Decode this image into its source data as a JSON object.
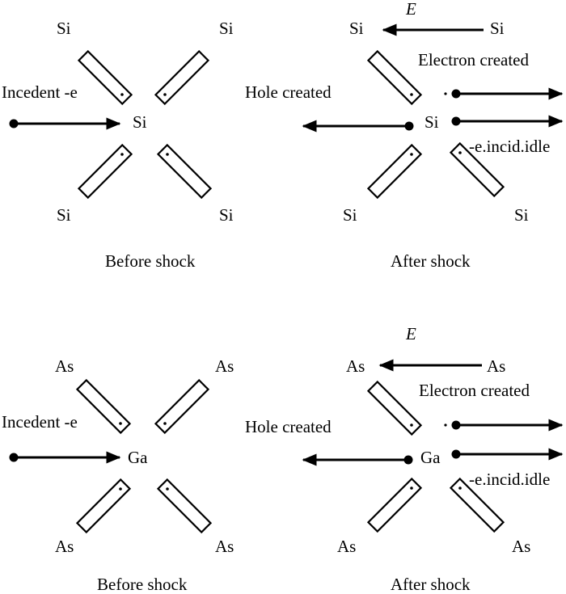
{
  "panels": [
    {
      "id": "si-before",
      "center_atom": "Si",
      "corner_atoms": [
        "Si",
        "Si",
        "Si",
        "Si"
      ],
      "incident_label": "Incedent -e",
      "caption": "Before shock"
    },
    {
      "id": "si-after",
      "center_atom": "Si",
      "corner_atoms": [
        "Si",
        "Si",
        "Si",
        "Si"
      ],
      "field_label": "E",
      "electron_label": "Electron created",
      "hole_label": "Hole created",
      "idle_label": "-e.incid.idle",
      "caption": "After shock"
    },
    {
      "id": "gaas-before",
      "center_atom": "Ga",
      "corner_atoms": [
        "As",
        "As",
        "As",
        "As"
      ],
      "incident_label": "Incedent -e",
      "caption": "Before shock"
    },
    {
      "id": "gaas-after",
      "center_atom": "Ga",
      "corner_atoms": [
        "As",
        "As",
        "As",
        "As"
      ],
      "field_label": "E",
      "electron_label": "Electron created",
      "hole_label": "Hole created",
      "idle_label": "-e.incid.idle",
      "caption": "After shock"
    }
  ]
}
